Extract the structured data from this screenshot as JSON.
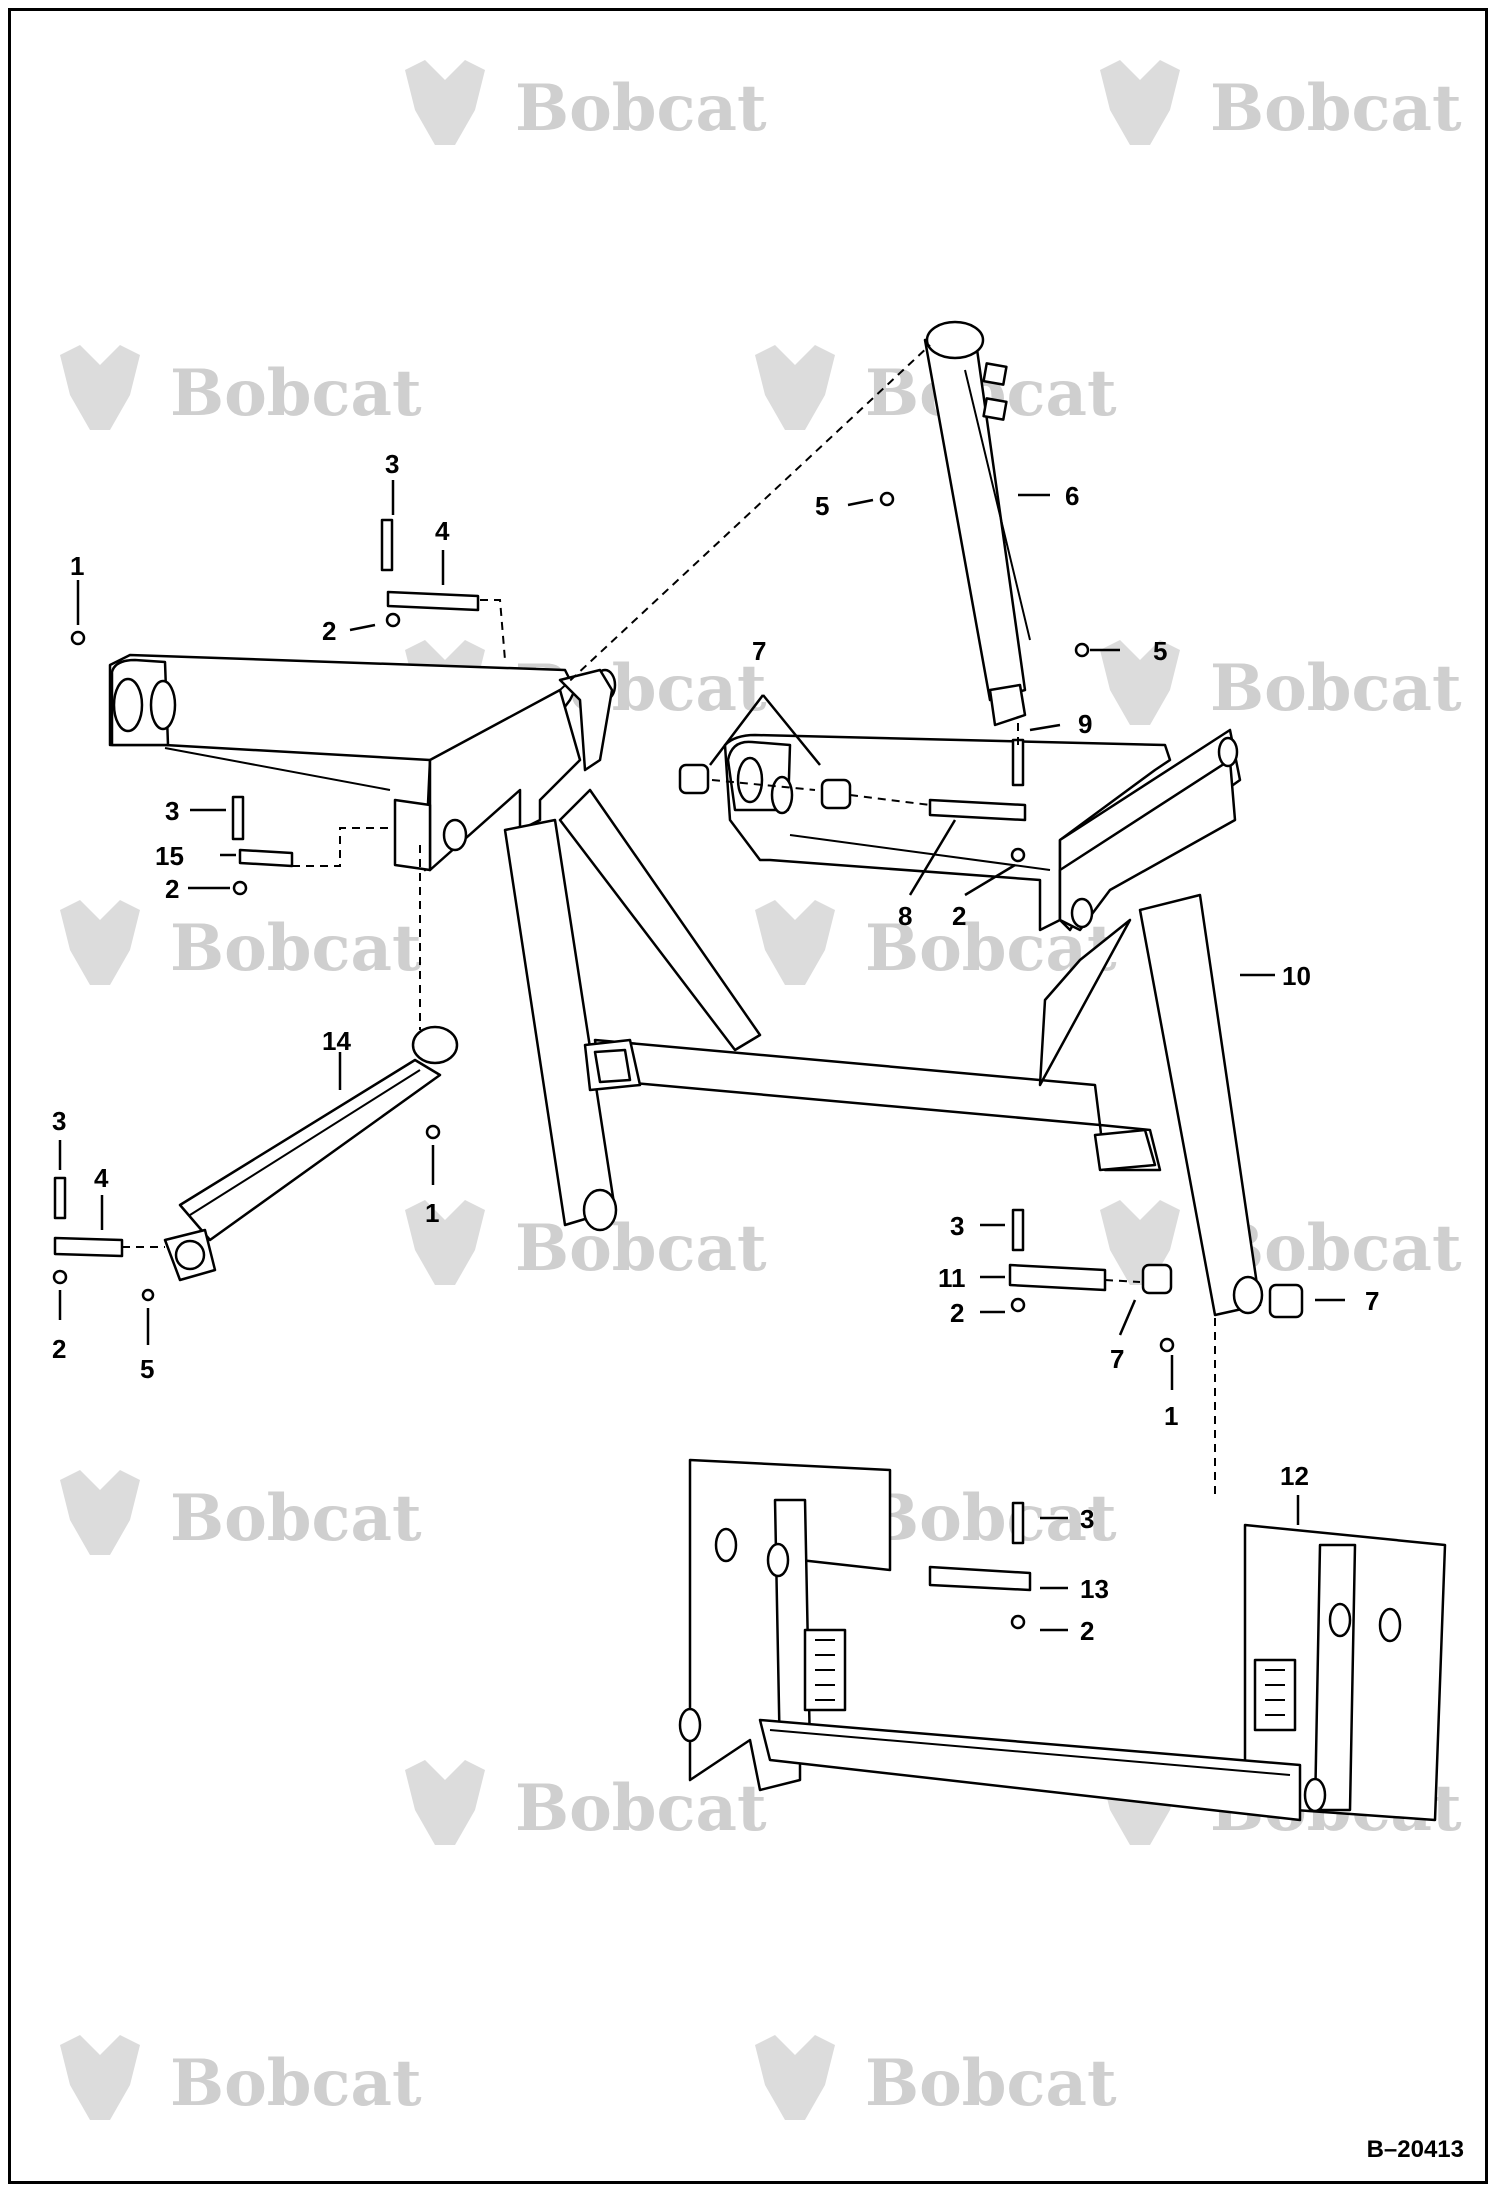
{
  "watermark": {
    "text": "Bobcat",
    "color": "#cfcfcf"
  },
  "document_id": "B–20413",
  "callouts": [
    {
      "id": "c1a",
      "text": "1"
    },
    {
      "id": "c3a",
      "text": "3"
    },
    {
      "id": "c4a",
      "text": "4"
    },
    {
      "id": "c2a",
      "text": "2"
    },
    {
      "id": "c3b",
      "text": "3"
    },
    {
      "id": "c15",
      "text": "15"
    },
    {
      "id": "c2b",
      "text": "2"
    },
    {
      "id": "c14",
      "text": "14"
    },
    {
      "id": "c3c",
      "text": "3"
    },
    {
      "id": "c4b",
      "text": "4"
    },
    {
      "id": "c2c",
      "text": "2"
    },
    {
      "id": "c5a",
      "text": "5"
    },
    {
      "id": "c1b",
      "text": "1"
    },
    {
      "id": "c5b",
      "text": "5"
    },
    {
      "id": "c6",
      "text": "6"
    },
    {
      "id": "c5c",
      "text": "5"
    },
    {
      "id": "c7a",
      "text": "7"
    },
    {
      "id": "c9",
      "text": "9"
    },
    {
      "id": "c8",
      "text": "8"
    },
    {
      "id": "c2d",
      "text": "2"
    },
    {
      "id": "c10",
      "text": "10"
    },
    {
      "id": "c3d",
      "text": "3"
    },
    {
      "id": "c11",
      "text": "11"
    },
    {
      "id": "c2e",
      "text": "2"
    },
    {
      "id": "c7b",
      "text": "7"
    },
    {
      "id": "c7c",
      "text": "7"
    },
    {
      "id": "c1c",
      "text": "1"
    },
    {
      "id": "c12",
      "text": "12"
    },
    {
      "id": "c3e",
      "text": "3"
    },
    {
      "id": "c13",
      "text": "13"
    },
    {
      "id": "c2f",
      "text": "2"
    }
  ]
}
